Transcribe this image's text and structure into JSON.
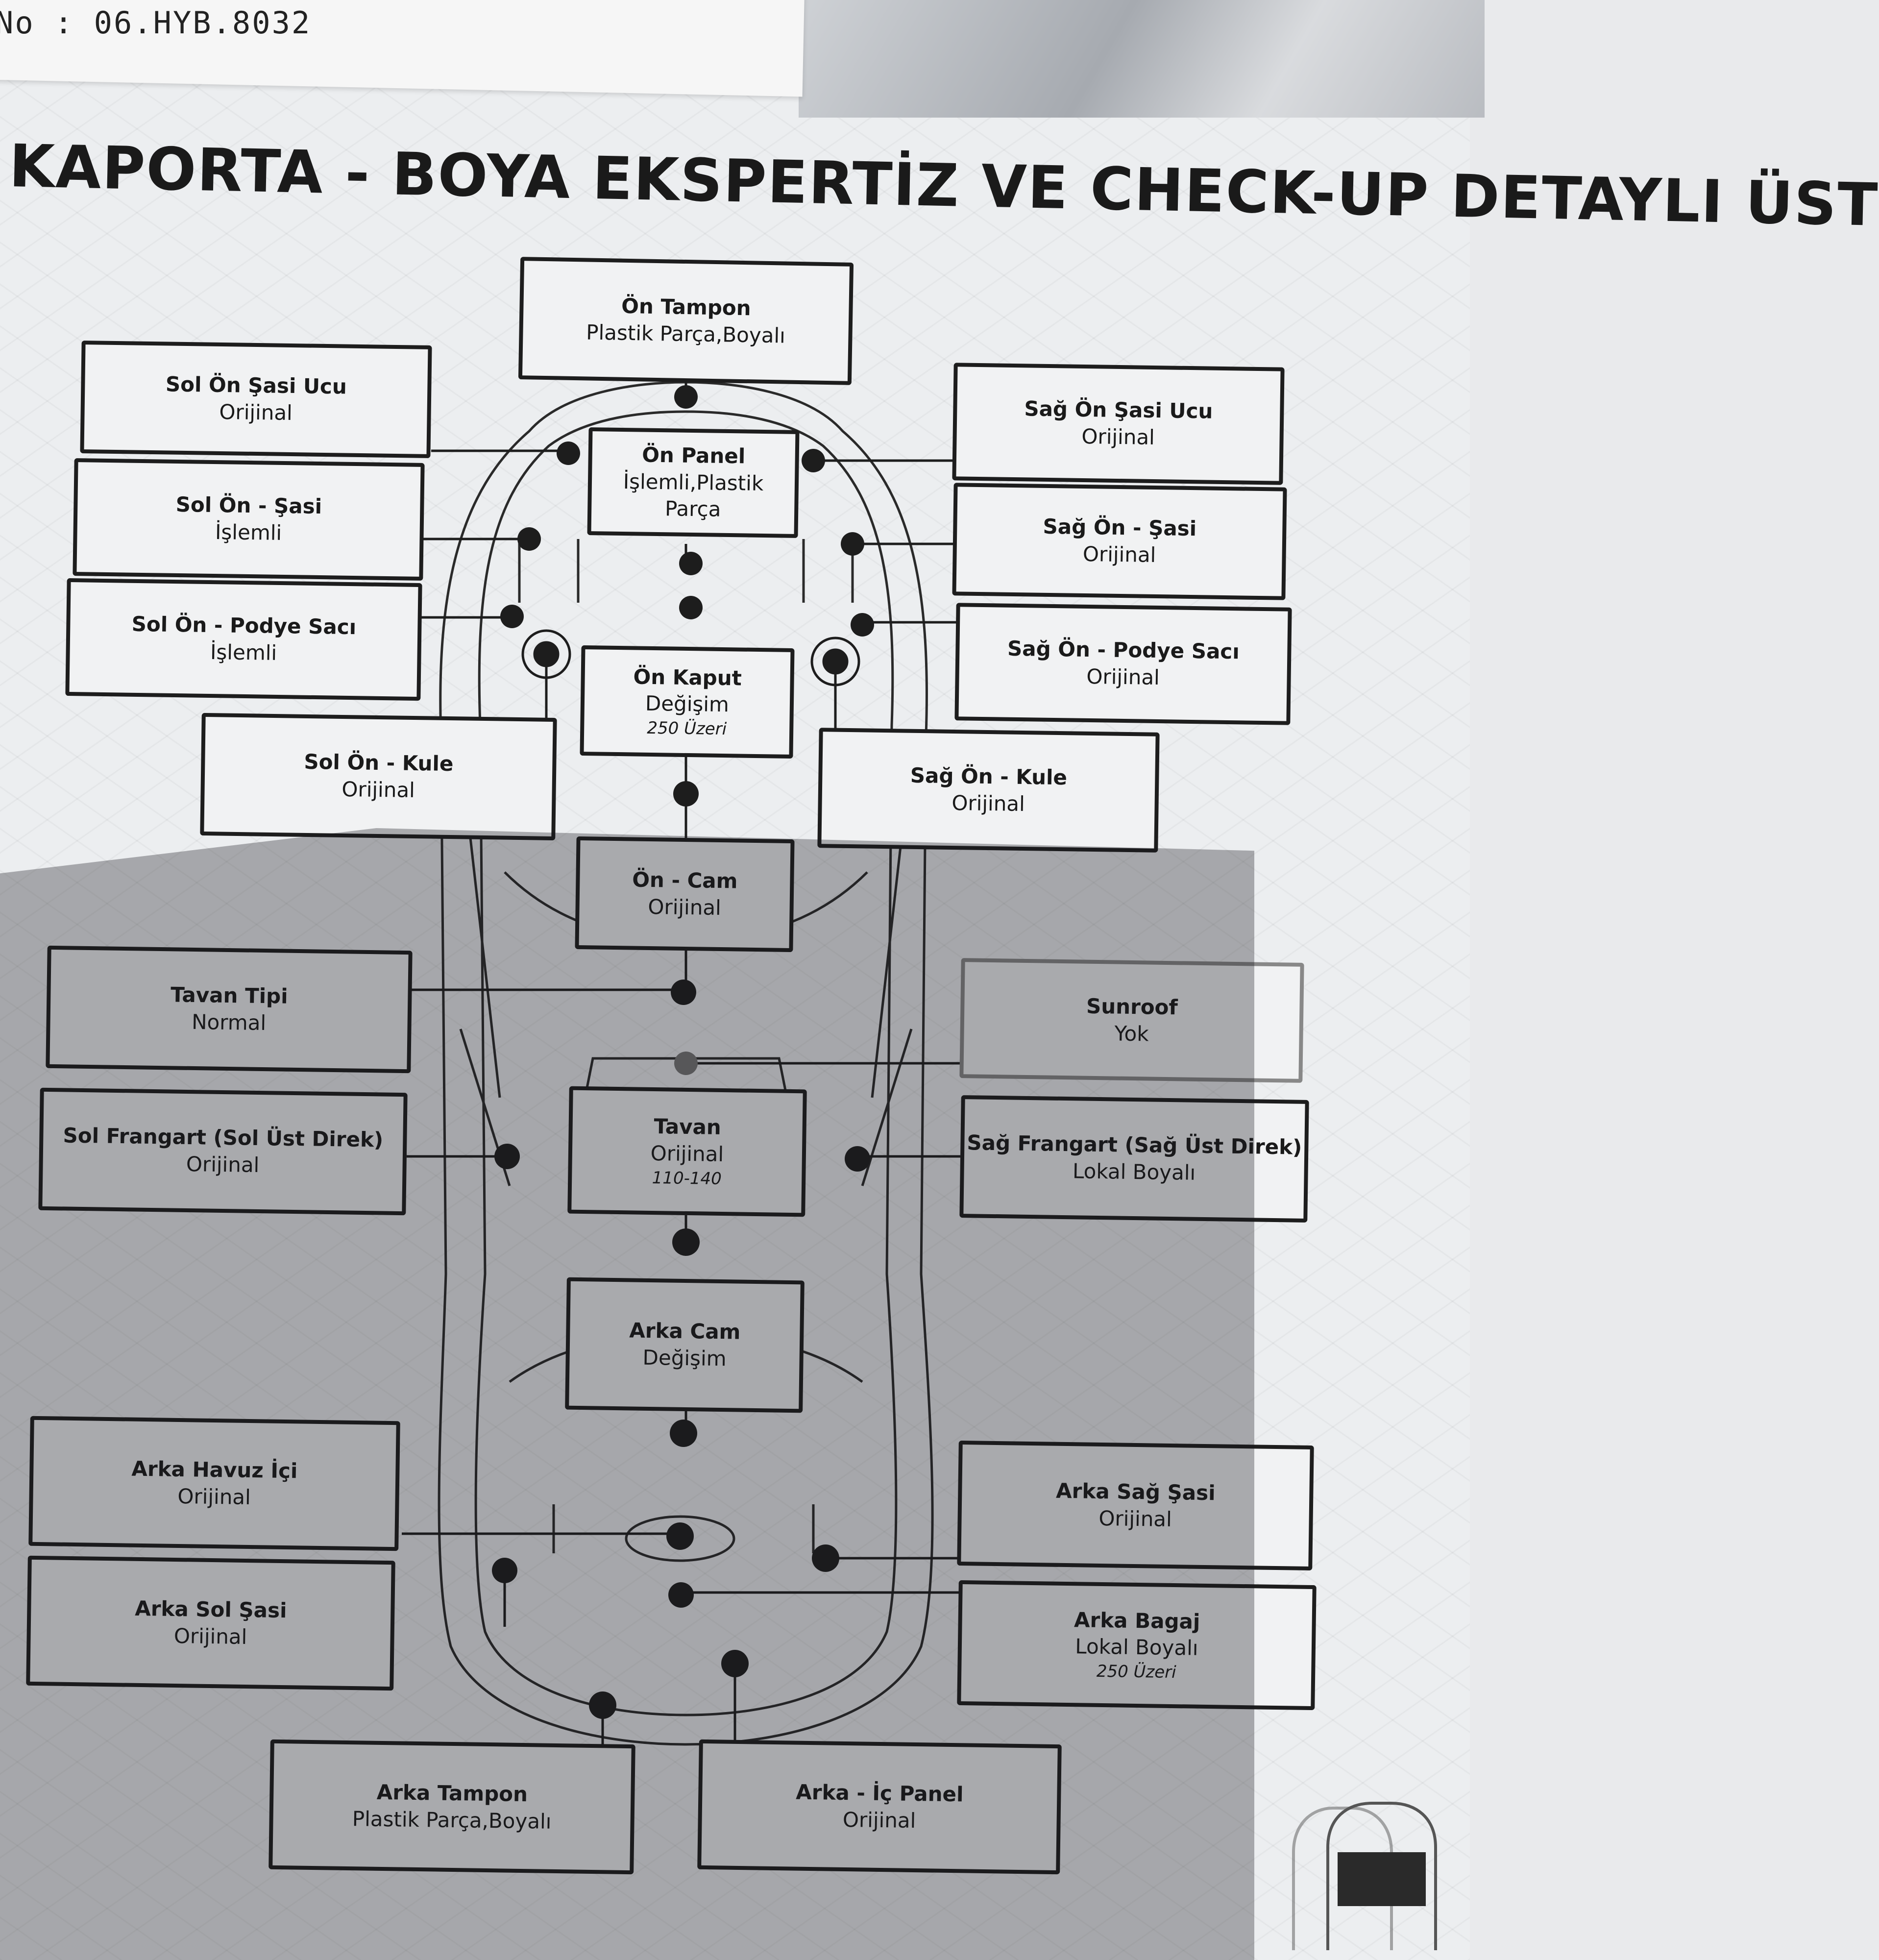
{
  "doc_no": "No : 06.HYB.8032",
  "title": "KAPORTA - BOYA EKSPERTİZ VE CHECK-UP DETAYLI ÜST",
  "parts": [
    {
      "id": "on-tampon",
      "name": "Ön Tampon",
      "value": "Plastik Parça,Boyalı"
    },
    {
      "id": "sol-on-sasi-ucu",
      "name": "Sol Ön Şasi Ucu",
      "value": "Orijinal"
    },
    {
      "id": "sag-on-sasi-ucu",
      "name": "Sağ Ön Şasi Ucu",
      "value": "Orijinal"
    },
    {
      "id": "on-panel",
      "name": "Ön Panel",
      "value": "İşlemli,Plastik Parça"
    },
    {
      "id": "sol-on-sasi",
      "name": "Sol Ön - Şasi",
      "value": "İşlemli"
    },
    {
      "id": "sag-on-sasi",
      "name": "Sağ Ön - Şasi",
      "value": "Orijinal"
    },
    {
      "id": "sol-on-podye-saci",
      "name": "Sol Ön - Podye Sacı",
      "value": "İşlemli"
    },
    {
      "id": "sag-on-podye-saci",
      "name": "Sağ Ön - Podye Sacı",
      "value": "Orijinal"
    },
    {
      "id": "on-kaput",
      "name": "Ön Kaput",
      "value": "Değişim",
      "extra": "250 Üzeri"
    },
    {
      "id": "sol-on-kule",
      "name": "Sol Ön - Kule",
      "value": "Orijinal"
    },
    {
      "id": "sag-on-kule",
      "name": "Sağ Ön - Kule",
      "value": "Orijinal"
    },
    {
      "id": "on-cam",
      "name": "Ön - Cam",
      "value": "Orijinal"
    },
    {
      "id": "tavan-tipi",
      "name": "Tavan Tipi",
      "value": "Normal"
    },
    {
      "id": "sunroof",
      "name": "Sunroof",
      "value": "Yok"
    },
    {
      "id": "sol-frangart",
      "name": "Sol Frangart (Sol Üst Direk)",
      "value": "Orijinal"
    },
    {
      "id": "tavan",
      "name": "Tavan",
      "value": "Orijinal",
      "extra": "110-140"
    },
    {
      "id": "sag-frangart",
      "name": "Sağ Frangart (Sağ Üst Direk)",
      "value": "Lokal Boyalı"
    },
    {
      "id": "arka-cam",
      "name": "Arka Cam",
      "value": "Değişim"
    },
    {
      "id": "arka-havuz-ici",
      "name": "Arka Havuz İçi",
      "value": "Orijinal"
    },
    {
      "id": "arka-sag-sasi",
      "name": "Arka Sağ Şasi",
      "value": "Orijinal"
    },
    {
      "id": "arka-sol-sasi",
      "name": "Arka Sol Şasi",
      "value": "Orijinal"
    },
    {
      "id": "arka-bagaj",
      "name": "Arka Bagaj",
      "value": "Lokal Boyalı",
      "extra": "250 Üzeri"
    },
    {
      "id": "arka-tampon",
      "name": "Arka Tampon",
      "value": "Plastik Parça,Boyalı"
    },
    {
      "id": "arka-ic-panel",
      "name": "Arka - İç Panel",
      "value": "Orijinal"
    }
  ]
}
